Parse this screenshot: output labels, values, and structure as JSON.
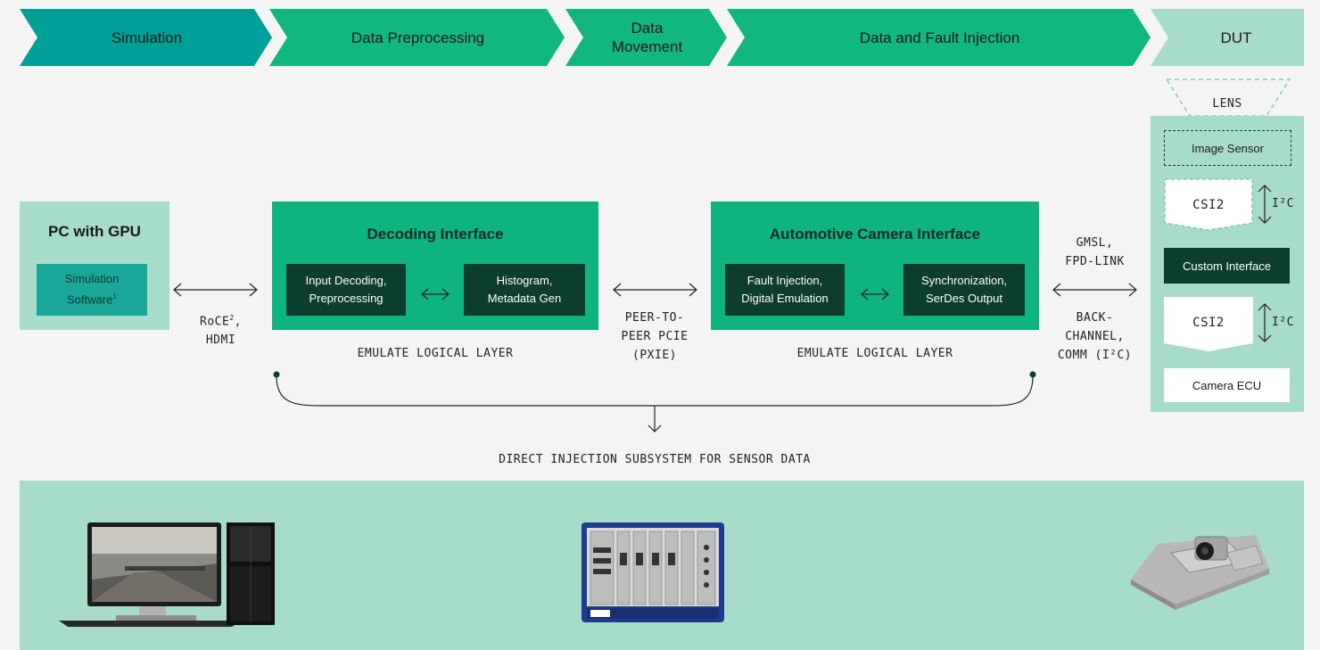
{
  "pipeline": {
    "stage1": "Simulation",
    "stage2": "Data Preprocessing",
    "stage3_line1": "Data",
    "stage3_line2": "Movement",
    "stage4": "Data and Fault Injection",
    "stage5": "DUT"
  },
  "pc": {
    "title": "PC with GPU",
    "software_line1": "Simulation",
    "software_line2": "Software",
    "software_sup": "1"
  },
  "link1": {
    "line1_base": "RoCE",
    "line1_sup": "2",
    "line1_tail": ",",
    "line2": "HDMI"
  },
  "decoding": {
    "title": "Decoding Interface",
    "left_line1": "Input Decoding,",
    "left_line2": "Preprocessing",
    "right_line1": "Histogram,",
    "right_line2": "Metadata Gen",
    "caption": "EMULATE LOGICAL LAYER"
  },
  "link2": {
    "line1": "PEER-TO-",
    "line2": "PEER PCIE",
    "line3": "(PXIE)"
  },
  "camera_if": {
    "title": "Automotive Camera Interface",
    "left_line1": "Fault Injection,",
    "left_line2": "Digital Emulation",
    "right_line1": "Synchronization,",
    "right_line2": "SerDes Output",
    "caption": "EMULATE LOGICAL LAYER"
  },
  "link3": {
    "top_line1": "GMSL,",
    "top_line2": "FPD-LINK",
    "bottom_line1": "BACK-",
    "bottom_line2": "CHANNEL,",
    "bottom_line3": "COMM (I²C)"
  },
  "dut": {
    "lens": "LENS",
    "image_sensor": "Image Sensor",
    "csi_top": "CSI2",
    "i2c_top": "I²C",
    "custom_interface": "Custom Interface",
    "csi_bottom": "CSI2",
    "i2c_bottom": "I²C",
    "camera_ecu": "Camera ECU"
  },
  "subsystem_label": "DIRECT INJECTION SUBSYSTEM FOR SENSOR DATA",
  "colors": {
    "simulation": "#009f98",
    "stage_green": "#12b681",
    "dut_light": "#a6dcc9",
    "dark_green": "#0c3d2d",
    "box_green": "#0fb37f"
  }
}
